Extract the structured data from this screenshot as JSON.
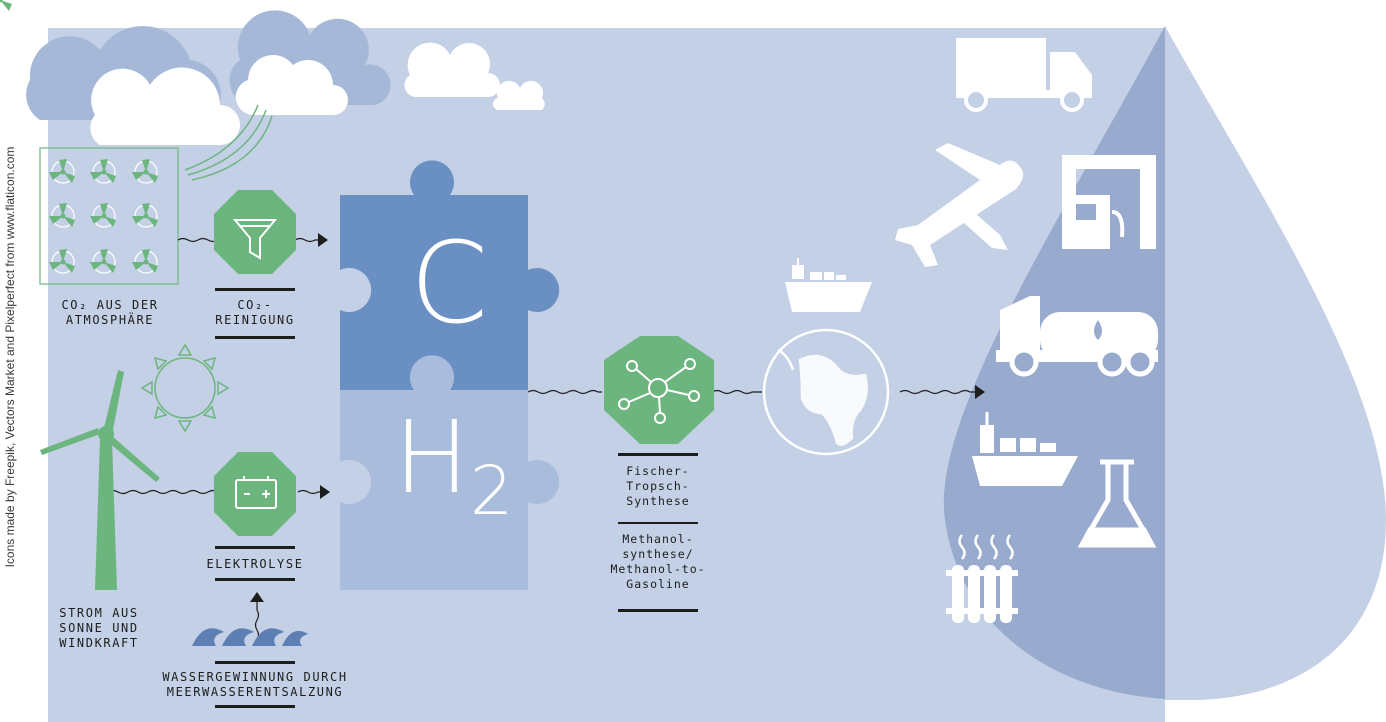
{
  "credit": "Icons made by Freepik, Vectors Market and Pixelperfect from www.flaticon.com",
  "puzzle": {
    "c": "C",
    "h": "H",
    "h_sub": "2"
  },
  "labels": {
    "co2_atmosphere": [
      "CO₂ AUS DER",
      "ATMOSPHÄRE"
    ],
    "co2_cleaning": [
      "CO₂-",
      "REINIGUNG"
    ],
    "electrolysis": [
      "ELEKTROLYSE"
    ],
    "power": [
      "STROM AUS",
      "SONNE UND",
      "WINDKRAFT"
    ],
    "desalination": [
      "WASSERGEWINNUNG DURCH",
      "MEERWASSERENTSALZUNG"
    ],
    "fischer_tropsch": [
      "Fischer-",
      "Tropsch-",
      "Synthese"
    ],
    "methanol": [
      "Methanol-",
      "synthese/",
      "Methanol-to-",
      "Gasoline"
    ]
  },
  "icons": [
    "cloud-icon",
    "wind-icon",
    "fan-grid-icon",
    "filter-icon",
    "battery-icon",
    "sun-icon",
    "wind-turbine-icon",
    "waves-icon",
    "network-icon",
    "globe-icon",
    "cargo-ship-icon",
    "truck-icon",
    "airplane-icon",
    "fuel-station-icon",
    "tanker-truck-icon",
    "flask-icon",
    "radiator-icon"
  ],
  "colors": {
    "panel": "#c3d0e6",
    "drop": "#98aace",
    "piece_c": "#6a8fc3",
    "piece_h": "#a9bcdc",
    "green": "#6db57f",
    "dark": "#1d1d1b"
  }
}
